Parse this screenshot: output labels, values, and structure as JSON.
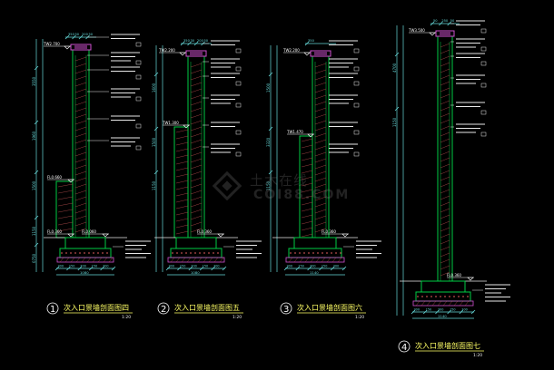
{
  "sections": [
    {
      "number": "1",
      "title": "次入口景墙剖面图四",
      "scale": "1:20",
      "dims_top": [
        "350",
        "50",
        "200",
        "50"
      ],
      "dims_bottom": [
        "300",
        "150",
        "300",
        "150",
        "300"
      ],
      "dim_total": "1080",
      "elevations": [
        "TW2.700",
        "FL0.660",
        "FL0.360",
        "FL0.060"
      ],
      "height_dims": [
        "3550",
        "1960",
        "1500",
        "1150",
        "0750"
      ]
    },
    {
      "number": "2",
      "title": "次入口景墙剖面图五",
      "scale": "1:20",
      "dims_top": [
        "350",
        "30",
        "200",
        "50"
      ],
      "dims_bottom": [
        "300",
        "150",
        "300",
        "150",
        "300"
      ],
      "dim_total": "1080",
      "elevations": [
        "TW2.200",
        "TW1.300",
        "FL0.360"
      ],
      "height_dims": [
        "1600",
        "1500",
        "1150"
      ]
    },
    {
      "number": "3",
      "title": "次入口景墙剖面图六",
      "scale": "1:20",
      "dims_top": [
        "350"
      ],
      "dims_bottom": [
        "300",
        "150",
        "300",
        "150",
        "300"
      ],
      "dim_total": "1140",
      "elevations": [
        "TW2.200",
        "TW1.470",
        "FL0.360"
      ],
      "height_dims": [
        "1500",
        "3320",
        "1150"
      ]
    },
    {
      "number": "4",
      "title": "次入口景墙剖面图七",
      "scale": "1:20",
      "dims_top": [
        "50",
        "250",
        "50"
      ],
      "dims_bottom": [
        "300",
        "150",
        "300",
        "150",
        "300"
      ],
      "dim_total": "1140",
      "elevations": [
        "TW3.500",
        "FL0.360"
      ],
      "height_dims": [
        "4700",
        "1150"
      ]
    }
  ],
  "watermark": {
    "brand": "土木在线",
    "site": "COI88.COM"
  },
  "colors": {
    "background": "#000000",
    "wall": "#00cc44",
    "dimension": "#66d9d9",
    "annotation": "#e8e8e8",
    "title": "#ffff66",
    "hatch": "#c05050",
    "detail": "#d050d0",
    "elevation": "#ffffff"
  }
}
